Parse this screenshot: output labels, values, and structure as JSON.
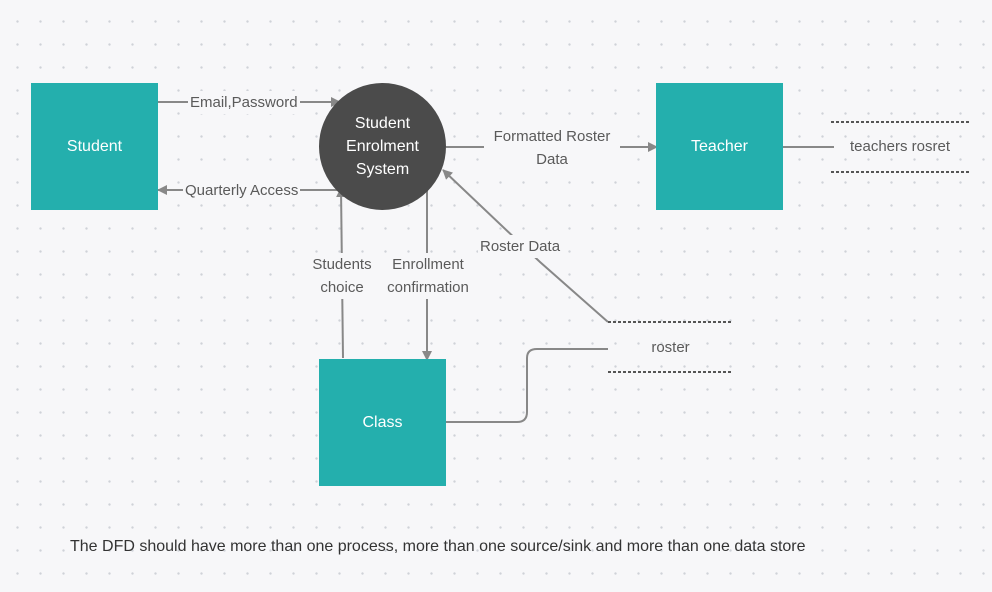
{
  "entities": {
    "student": "Student",
    "teacher": "Teacher",
    "class": "Class"
  },
  "process": {
    "line1": "Student",
    "line2": "Enrolment",
    "line3": "System"
  },
  "stores": {
    "teachers": "teachers rosret",
    "roster": "roster"
  },
  "flows": {
    "email_password": "Email,Password",
    "quarterly_access": "Quarterly Access",
    "formatted_roster_line1": "Formatted Roster",
    "formatted_roster_line2": "Data",
    "roster_data": "Roster Data",
    "students_choice_line1": "Students",
    "students_choice_line2": "choice",
    "enrollment_conf_line1": "Enrollment",
    "enrollment_conf_line2": "confirmation"
  },
  "note": "The DFD should have more than one process, more than one source/sink and more than one data store",
  "colors": {
    "entity": "#24afad",
    "process": "#4b4b4b",
    "connector": "#888888",
    "text": "#5a5a5a"
  }
}
